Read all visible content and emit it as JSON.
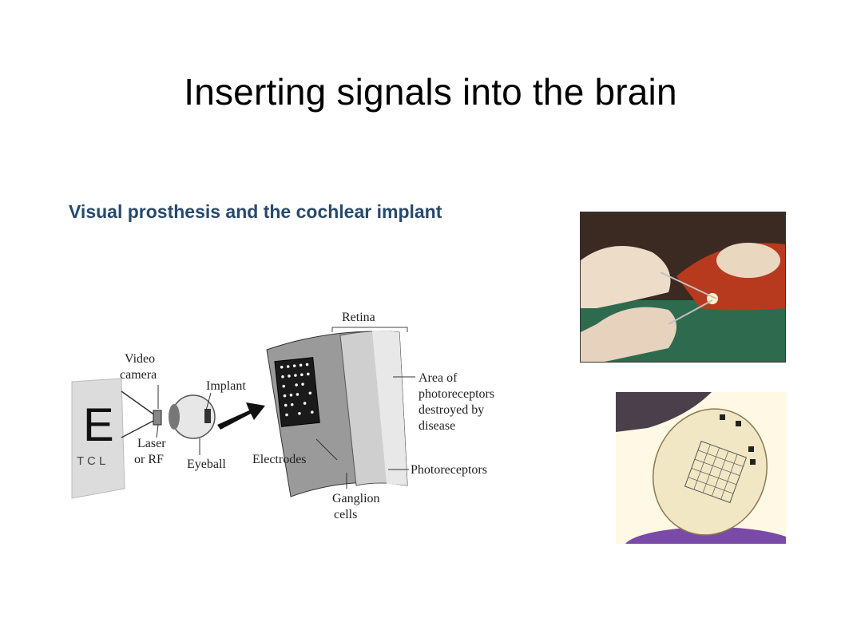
{
  "slide": {
    "title": "Inserting signals into the brain",
    "subtitle": "Visual prosthesis and the cochlear implant"
  },
  "diagram": {
    "labels": {
      "retina": "Retina",
      "video_camera_line1": "Video",
      "video_camera_line2": "camera",
      "implant": "Implant",
      "area_line1": "Area of",
      "area_line2": "photoreceptors",
      "area_line3": "destroyed by",
      "area_line4": "disease",
      "laser_line1": "Laser",
      "laser_line2": "or RF",
      "eyeball": "Eyeball",
      "electrodes": "Electrodes",
      "photoreceptors": "Photoreceptors",
      "ganglion_line1": "Ganglion",
      "ganglion_line2": "cells",
      "eye_chart_big_letter": "E",
      "eye_chart_small_letters": "T C L"
    }
  },
  "colors": {
    "subtitle": "#27496d",
    "surgery_red": "#b83a1e",
    "drape_green": "#2e6b4e",
    "chip_purple": "#7a4aa8"
  }
}
